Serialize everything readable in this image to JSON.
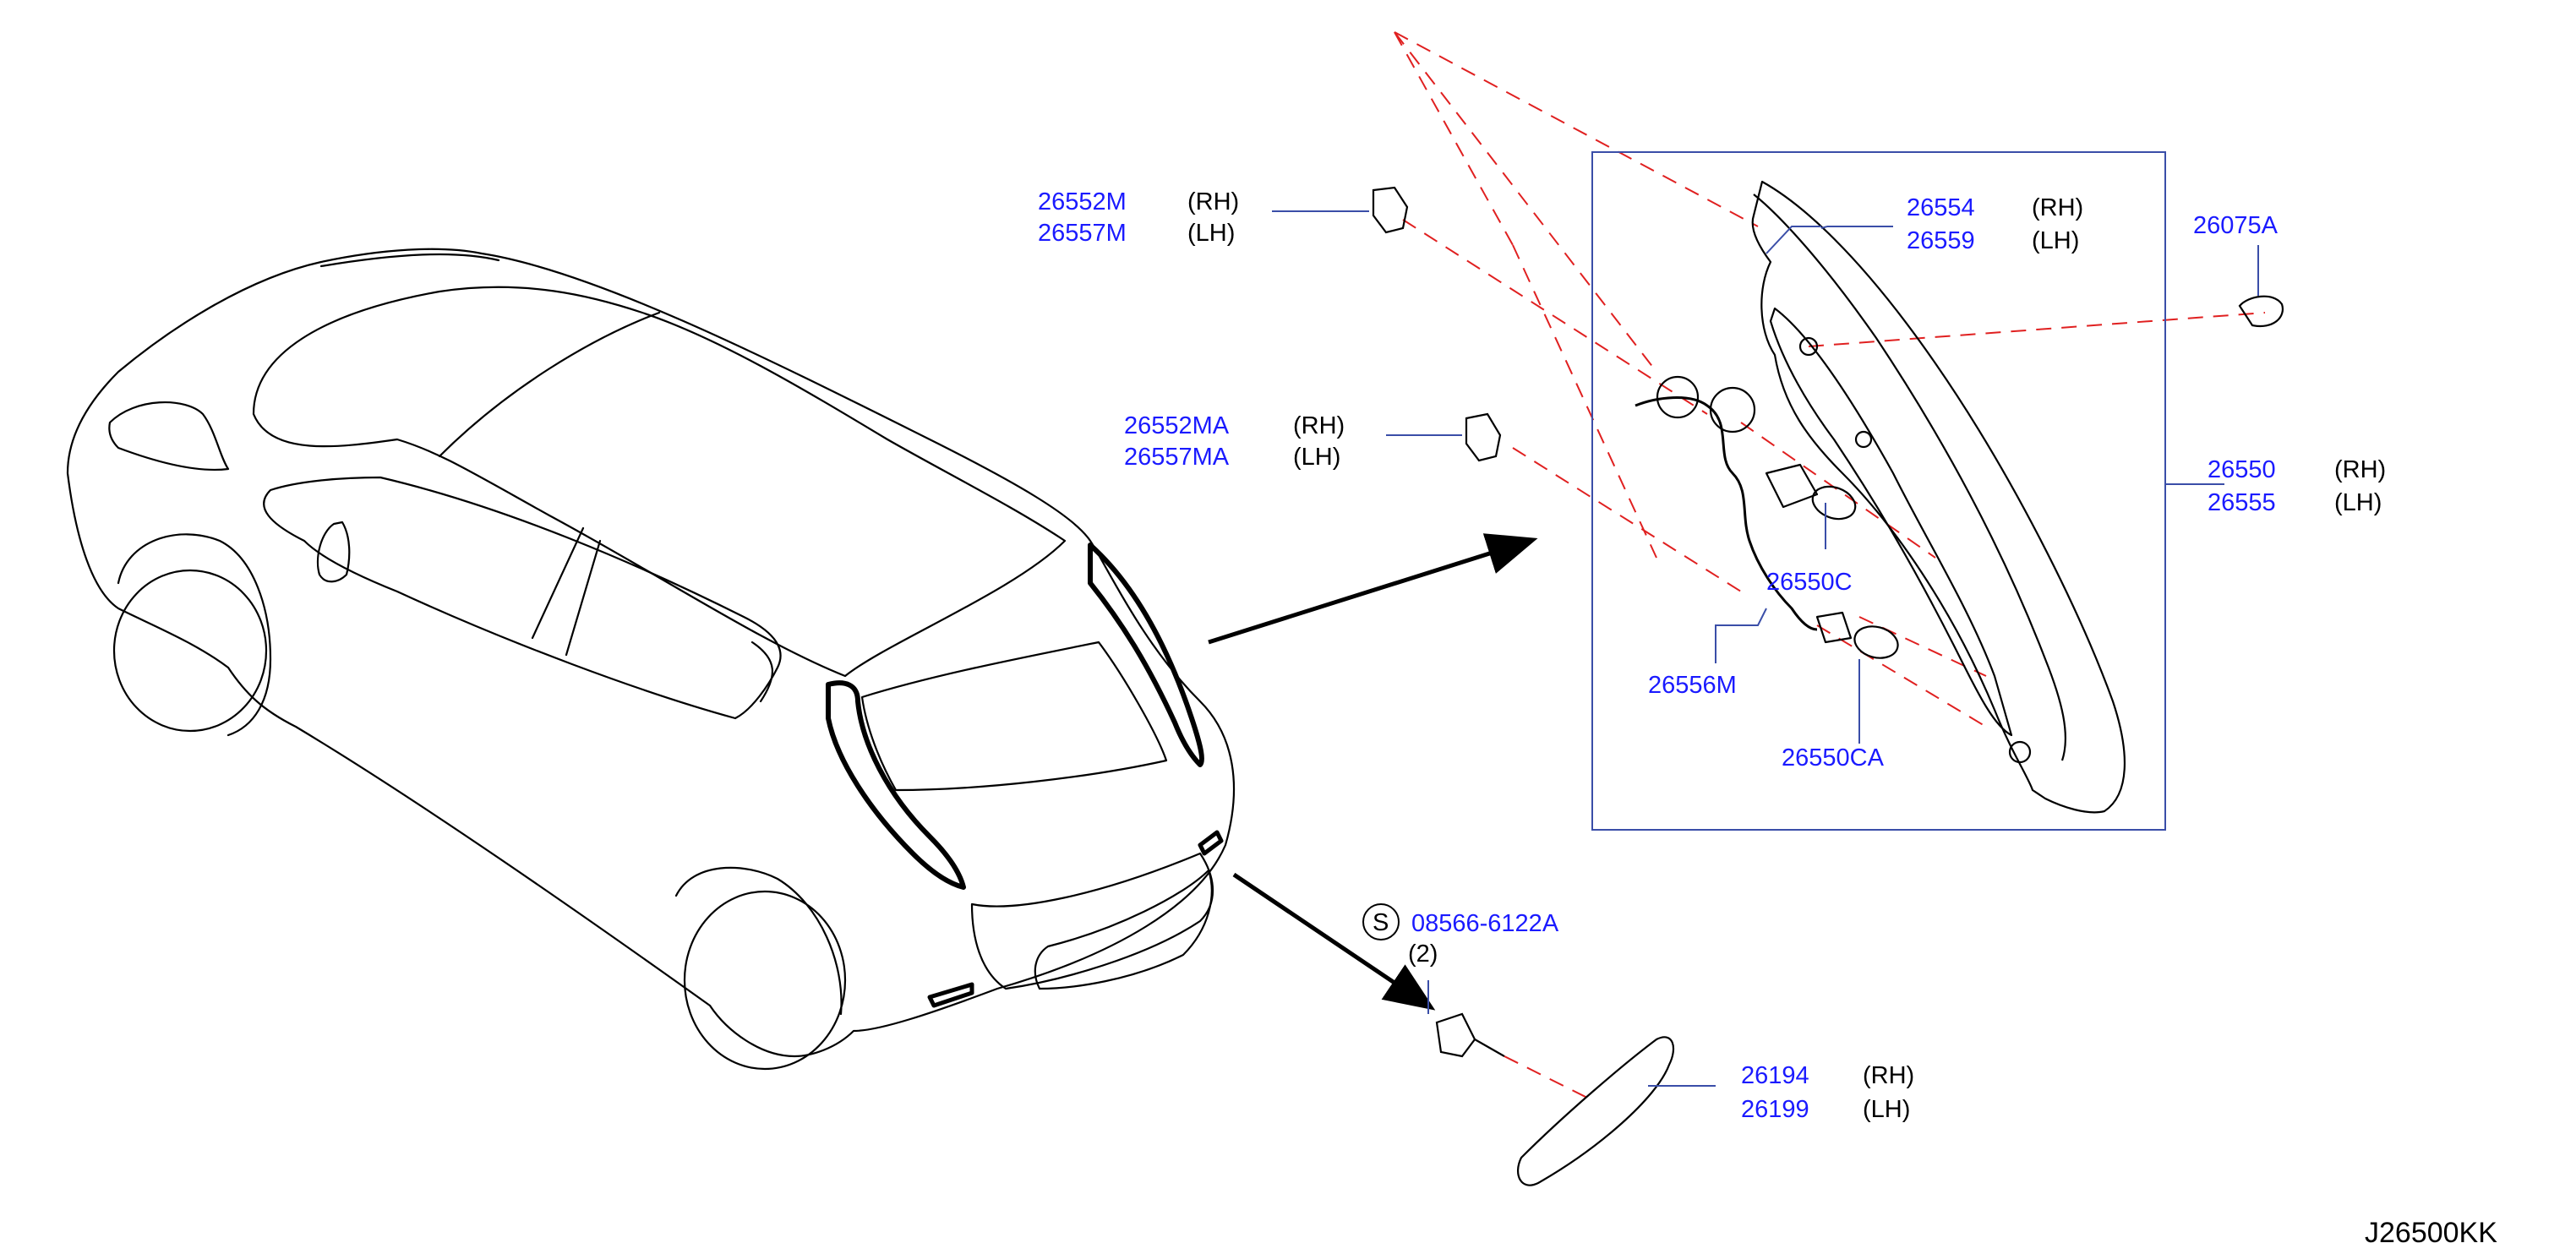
{
  "colors": {
    "part_number": "#1a1aff",
    "dashed_line": "#e02020",
    "drawing": "#000000"
  },
  "parts": {
    "rear_combi_clip_upper": {
      "pn_rh": "26552M",
      "pn_lh": "26557M",
      "rh": "(RH)",
      "lh": "(LH)"
    },
    "rear_combi_clip_lower": {
      "pn_rh": "26552MA",
      "pn_lh": "26557MA",
      "rh": "(RH)",
      "lh": "(LH)"
    },
    "lens_cover": {
      "pn_rh": "26554",
      "pn_lh": "26559",
      "rh": "(RH)",
      "lh": "(LH)"
    },
    "grommet": {
      "pn": "26075A"
    },
    "rear_combination_lamp": {
      "pn_rh": "26550",
      "pn_lh": "26555",
      "rh": "(RH)",
      "lh": "(LH)"
    },
    "bulb_socket_c": {
      "pn": "26550C"
    },
    "harness": {
      "pn": "26556M"
    },
    "bulb_socket_ca": {
      "pn": "26550CA"
    },
    "screw": {
      "symbol": "S",
      "pn": "08566-6122A",
      "qty": "(2)"
    },
    "reflex_reflector": {
      "pn_rh": "26194",
      "pn_lh": "26199",
      "rh": "(RH)",
      "lh": "(LH)"
    }
  },
  "diagram_code": "J26500KK"
}
